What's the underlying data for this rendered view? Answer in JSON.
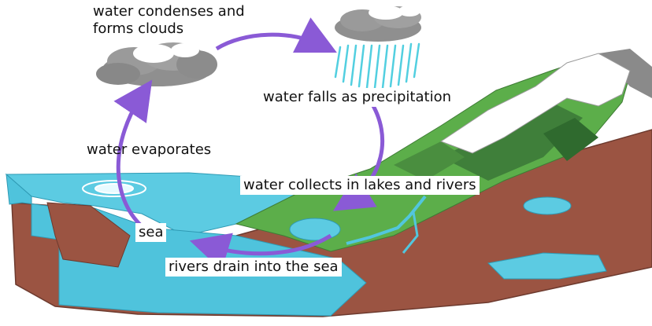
{
  "labels": {
    "condenses": "water condenses and\nforms clouds",
    "precipitation": "water falls as precipitation",
    "evaporates": "water evaporates",
    "collects": "water collects in lakes and rivers",
    "sea": "sea",
    "drain": "rivers drain into the sea"
  },
  "colors": {
    "arrow": "#8a5ad6",
    "sea": "#4fc3dc",
    "land_green": "#5cae4a",
    "dark_green": "#3f7f3a",
    "soil": "#9b5442",
    "rain": "#52cfe0",
    "cloud": "#8f8f8f",
    "snow": "#ffffff"
  }
}
